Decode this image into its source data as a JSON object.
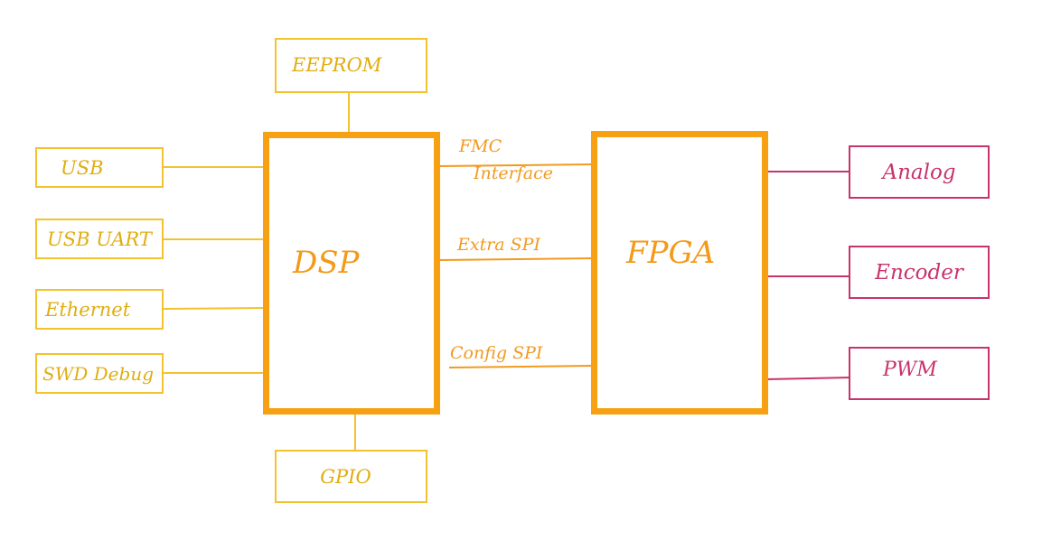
{
  "diagram": {
    "dsp": "DSP",
    "fpga": "FPGA",
    "eeprom": "EEPROM",
    "gpio": "GPIO",
    "left": [
      "USB",
      "USB UART",
      "Ethernet",
      "SWD Debug"
    ],
    "right": [
      "Analog",
      "Encoder",
      "PWM"
    ],
    "links": {
      "fmc_line1": "FMC",
      "fmc_line2": "Interface",
      "extra_spi": "Extra SPI",
      "config_spi": "Config SPI"
    }
  },
  "colors": {
    "main_block_border": "#f7a012",
    "peripheral_yellow": "#f2c230",
    "peripheral_magenta": "#c8336c",
    "connector_orange": "#f29a20"
  }
}
